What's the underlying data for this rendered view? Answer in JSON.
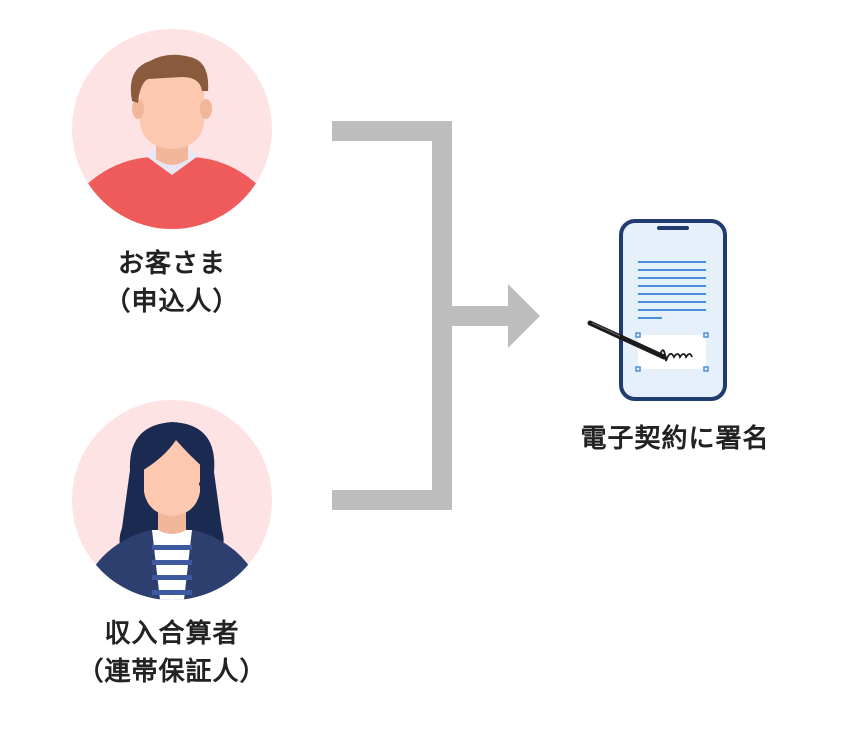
{
  "left_nodes": [
    {
      "title": "お客さま",
      "subtitle": "（申込人）"
    },
    {
      "title": "収入合算者",
      "subtitle": "（連帯保証人）"
    }
  ],
  "right_node": {
    "title": "電子契約に署名"
  },
  "colors": {
    "connector": "#bdbdbd",
    "avatar_bg": "#fde3e4",
    "phone_frame": "#1f3b70",
    "phone_screen": "#e6f0fb",
    "doc_lines": "#4a90d9",
    "man_shirt": "#ef5b5b",
    "man_hair": "#8a5a3c",
    "woman_hair": "#1b2a50",
    "woman_jacket": "#2c3f6f",
    "skin": "#fcc9b0"
  },
  "icons": [
    "man-avatar-icon",
    "woman-avatar-icon",
    "smartphone-signature-icon",
    "pen-icon",
    "arrow-right-icon"
  ]
}
